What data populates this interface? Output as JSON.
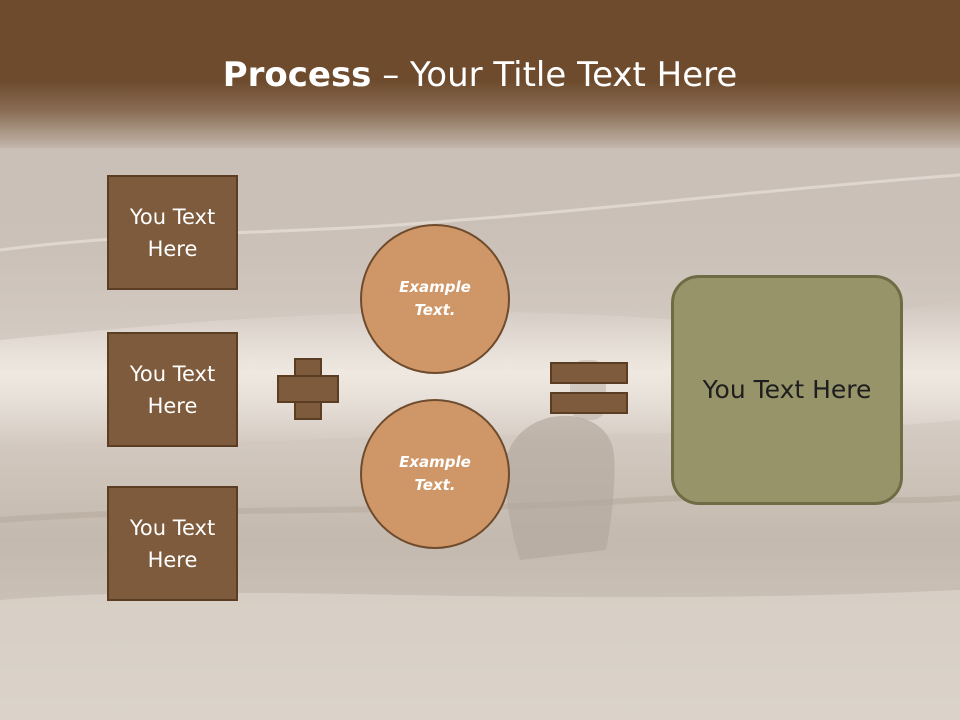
{
  "title": {
    "bold": "Process",
    "rest": " – Your Title Text Here"
  },
  "boxes": [
    {
      "label": "You Text Here"
    },
    {
      "label": "You Text Here"
    },
    {
      "label": "You Text Here"
    }
  ],
  "circles": [
    {
      "label": "Example Text."
    },
    {
      "label": "Example Text."
    }
  ],
  "result": {
    "label": "You Text Here"
  },
  "colors": {
    "header": "#6e4b2d",
    "box": "#7e5b3c",
    "circle": "#cf9768",
    "result": "#97946a"
  }
}
